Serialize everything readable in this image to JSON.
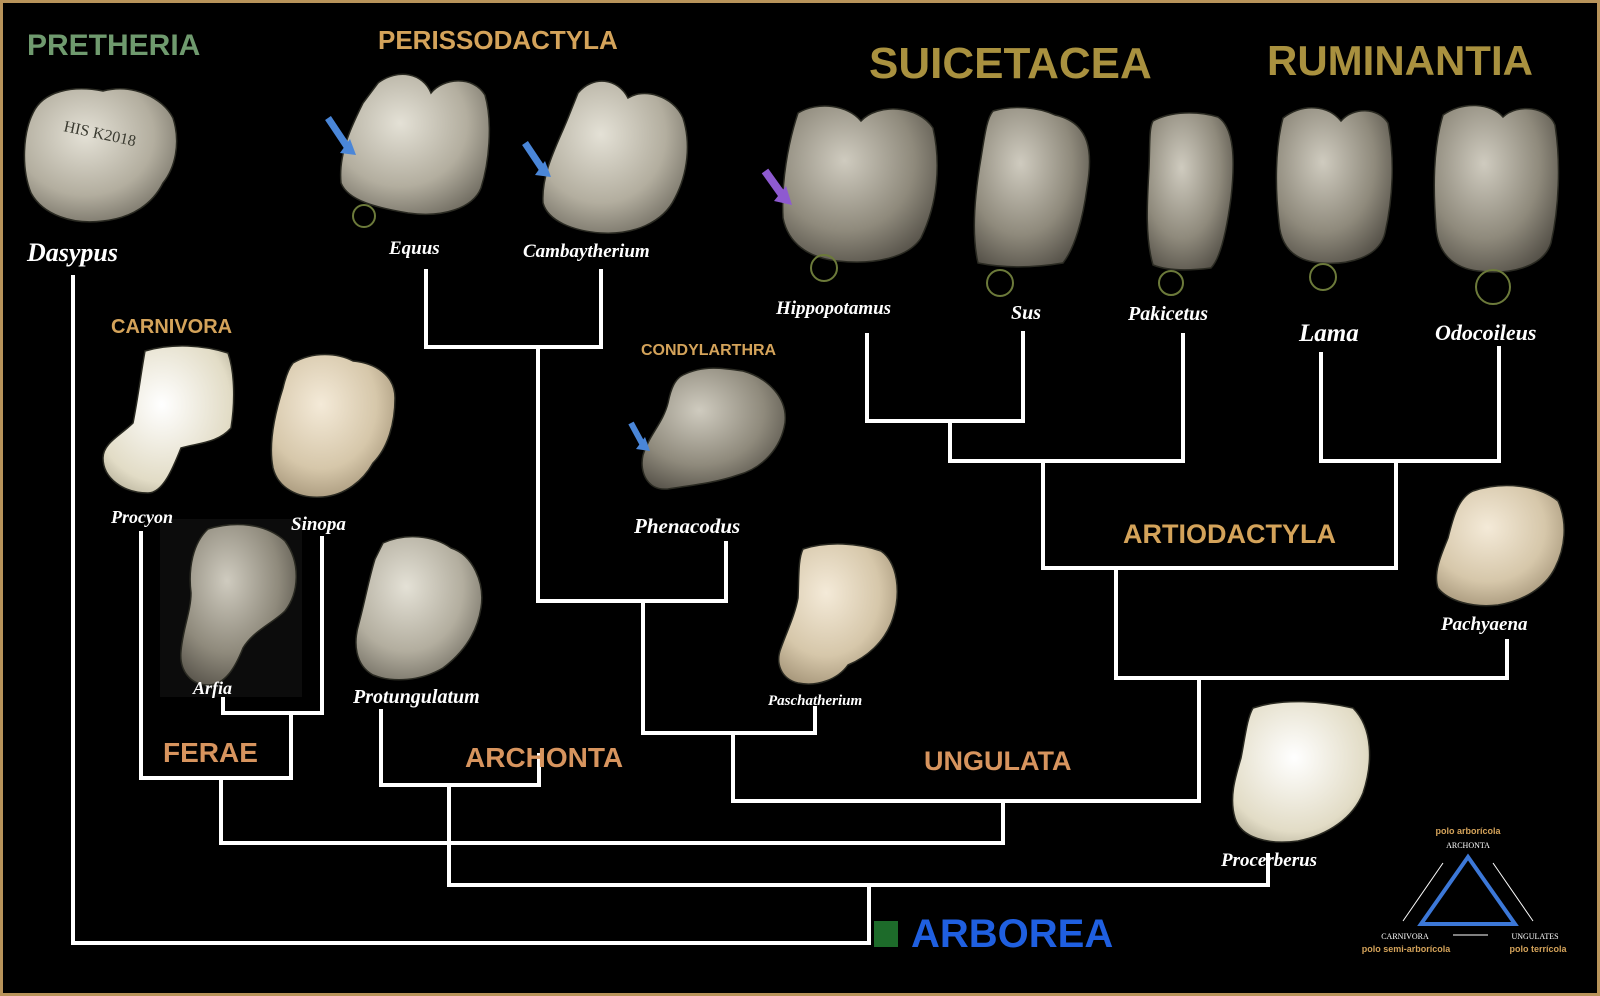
{
  "colors": {
    "background": "#000000",
    "frame": "#b8935a",
    "tree": "#ffffff",
    "pretheria": "#6f9a6e",
    "tan_label": "#d4a35a",
    "olive_label": "#a9913f",
    "orange_label": "#d7945e",
    "arborea": "#1f5fe0",
    "arborea_node": "#1d6b2a",
    "blue_arrow": "#4a86d8",
    "purple_arrow": "#8e5ad0"
  },
  "groups": {
    "pretheria": "PRETHERIA",
    "perissodactyla": "PERISSODACTYLA",
    "suicetacea": "SUICETACEA",
    "ruminantia": "RUMINANTIA",
    "carnivora": "CARNIVORA",
    "condylarthra": "CONDYLARTHRA",
    "artiodactyla": "ARTIODACTYLA",
    "ferae": "FERAE",
    "archonta": "ARCHONTA",
    "ungulata": "UNGULATA",
    "arborea": "ARBOREA"
  },
  "taxa": {
    "dasypus": "Dasypus",
    "equus": "Equus",
    "cambaytherium": "Cambaytherium",
    "hippopotamus": "Hippopotamus",
    "sus": "Sus",
    "pakicetus": "Pakicetus",
    "lama": "Lama",
    "odocoileus": "Odocoileus",
    "procyon": "Procyon",
    "sinopa": "Sinopa",
    "arfia": "Arfia",
    "protungulatum": "Protungulatum",
    "phenacodus": "Phenacodus",
    "paschatherium": "Paschatherium",
    "pachyaena": "Pachyaena",
    "procerberus": "Procerberus"
  },
  "specimen_label": "HIS K2018",
  "legend": {
    "top_pole": "polo arborícola",
    "top_vertex": "ARCHONTA",
    "left_vertex": "CARNIVORA",
    "right_vertex": "UNGULATES",
    "left_pole": "polo semi-arborícola",
    "right_pole": "polo terrícola"
  }
}
